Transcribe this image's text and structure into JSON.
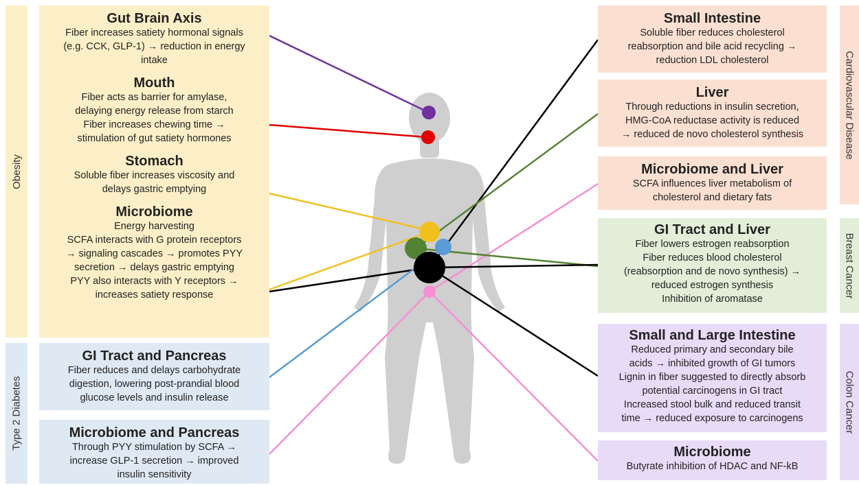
{
  "side_labels": {
    "obesity": "Obesity",
    "diabetes": "Type 2 Diabetes",
    "cardio": "Cardiovascular Disease",
    "breast": "Breast Cancer",
    "colon": "Colon Cancer"
  },
  "left": {
    "gut_brain": {
      "title": "Gut Brain Axis",
      "lines": [
        "Fiber increases satiety hormonal signals",
        "(e.g. CCK, GLP-1) → reduction in energy",
        "intake"
      ]
    },
    "mouth": {
      "title": "Mouth",
      "lines": [
        "Fiber acts as barrier for amylase,",
        "delaying energy release from starch",
        "Fiber increases chewing time →",
        "stimulation of gut satiety hormones"
      ]
    },
    "stomach": {
      "title": "Stomach",
      "lines": [
        "Soluble fiber increases viscosity and",
        "delays gastric emptying"
      ]
    },
    "microbiome": {
      "title": "Microbiome",
      "lines": [
        "Energy harvesting",
        "SCFA interacts with G protein receptors",
        "→ signaling cascades → promotes PYY",
        "secretion → delays gastric emptying",
        "PYY also interacts with Y receptors →",
        "increases satiety response"
      ]
    },
    "gi_pancreas": {
      "title": "GI Tract and Pancreas",
      "lines": [
        "Fiber reduces and delays carbohydrate",
        "digestion, lowering post-prandial blood",
        "glucose levels and insulin release"
      ]
    },
    "microbiome_pancreas": {
      "title": "Microbiome and Pancreas",
      "lines": [
        "Through PYY stimulation by SCFA →",
        "increase GLP-1 secretion → improved",
        "insulin sensitivity"
      ]
    }
  },
  "right": {
    "small_intestine": {
      "title": "Small Intestine",
      "lines": [
        "Soluble fiber reduces cholesterol",
        "reabsorption and bile acid recycling →",
        "reduction LDL cholesterol"
      ]
    },
    "liver": {
      "title": "Liver",
      "lines": [
        "Through reductions in insulin secretion,",
        "HMG-CoA reductase activity is reduced",
        "→ reduced de novo cholesterol synthesis"
      ]
    },
    "microbiome_liver": {
      "title": "Microbiome and Liver",
      "lines": [
        "SCFA influences liver metabolism of",
        "cholesterol and dietary fats"
      ]
    },
    "gi_liver": {
      "title": "GI Tract and Liver",
      "lines": [
        "Fiber lowers estrogen reabsorption",
        "Fiber reduces blood cholesterol",
        "(reabsorption and de novo synthesis) →",
        "reduced estrogen synthesis",
        "Inhibition of aromatase"
      ]
    },
    "small_large_intestine": {
      "title": "Small and Large Intestine",
      "lines": [
        "Reduced primary and secondary bile",
        "acids → inhibited growth of GI tumors",
        "Lignin in fiber suggested to directly absorb",
        "potential carcinogens in GI tract",
        "Increased stool bulk and reduced transit",
        "time → reduced exposure to carcinogens"
      ]
    },
    "microbiome_colon": {
      "title": "Microbiome",
      "lines": [
        "Butyrate inhibition of HDAC and NF-kB"
      ]
    }
  },
  "colors": {
    "yellow_box": "#fcefc7",
    "blue_box": "#dfe9f4",
    "peach_box": "#fbe0d2",
    "green_box": "#e3eed8",
    "purple_box": "#e7dbf7",
    "purple_line": "#7030a0",
    "red_line": "#e00000",
    "yellow_line": "#f2c01e",
    "black_line": "#000000",
    "blue_line": "#5b9bd5",
    "pink_line": "#f48fd3",
    "green_line": "#548235",
    "body": "#cfcfcf"
  }
}
